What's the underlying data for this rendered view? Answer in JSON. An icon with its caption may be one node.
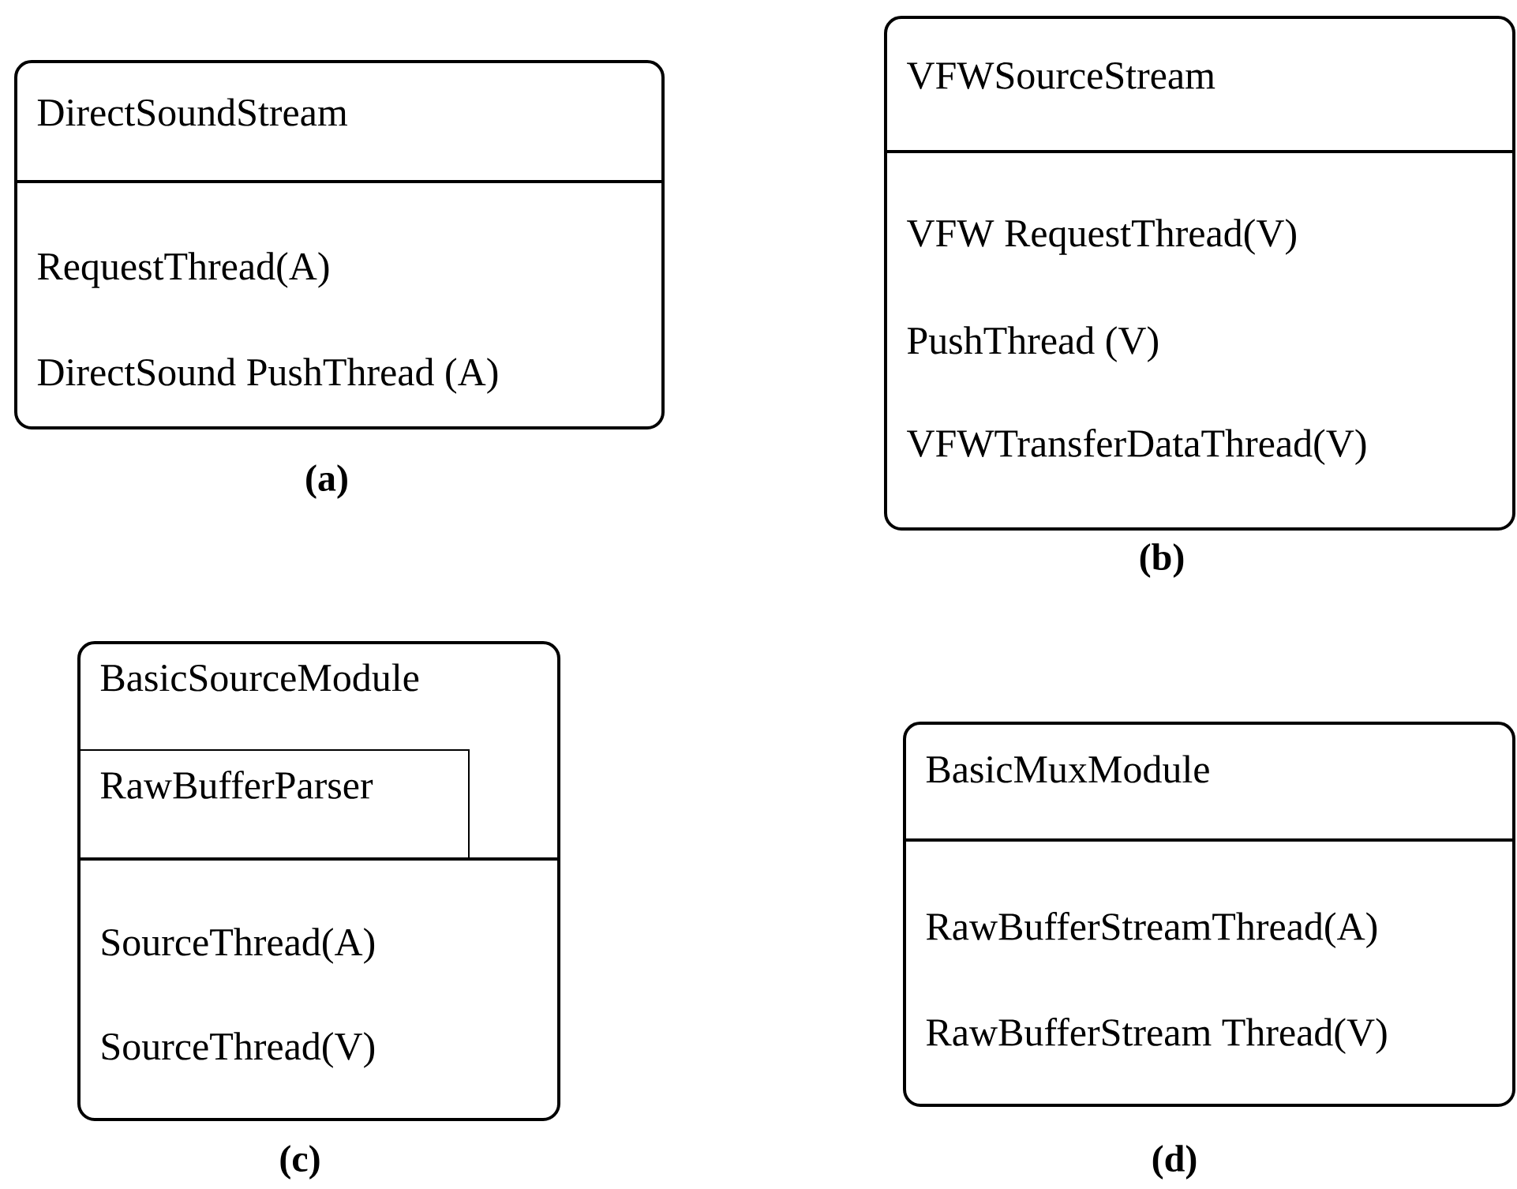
{
  "diagram": {
    "nodes": [
      {
        "text": [
          "DirectSoundStream",
          "RequestThread(A)",
          "DirectSound PushThread (A)"
        ],
        "beside": [
          "(a)"
        ]
      },
      {
        "text": [
          "VFWSourceStream",
          "VFW RequestThread(V)",
          "PushThread (V)",
          "VFWTransferDataThread(V)"
        ],
        "beside": [
          "(b)"
        ]
      },
      {
        "text": [
          "BasicSourceModule",
          "SourceThread(A)",
          "SourceThread(V)"
        ],
        "beside": [
          "(c)"
        ]
      },
      {
        "text": [
          "RawBufferParser"
        ],
        "in": 2
      },
      {
        "text": [
          "BasicMuxModule",
          "RawBufferStreamThread(A)",
          "RawBufferStream Thread(V)"
        ],
        "beside": [
          "(d)"
        ]
      }
    ]
  }
}
